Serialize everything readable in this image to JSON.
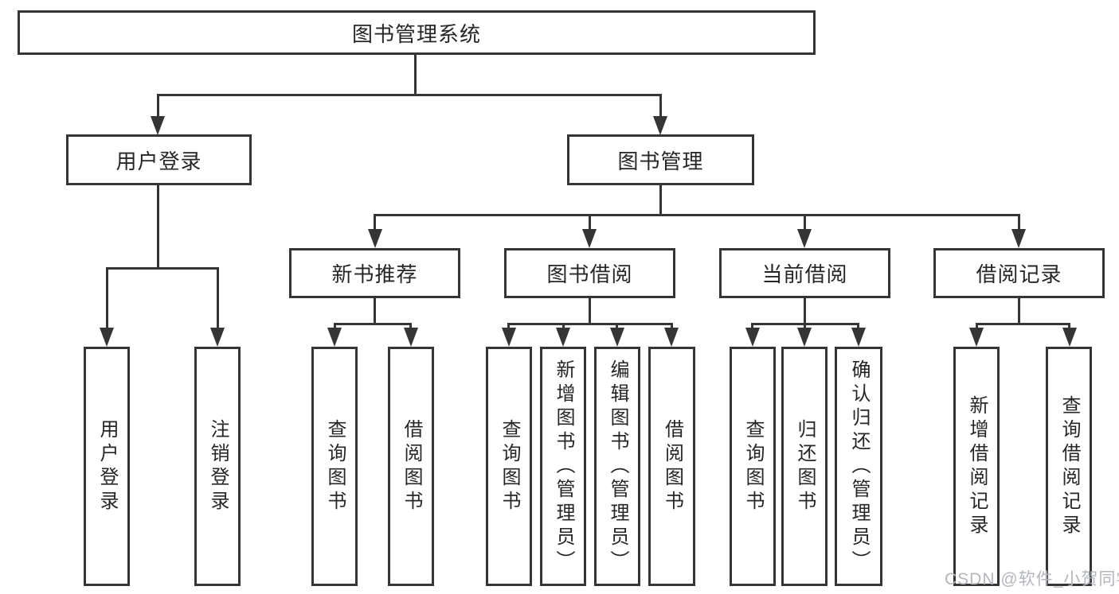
{
  "tree": {
    "root": {
      "label": "图书管理系统"
    },
    "user_login": {
      "label": "用户登录",
      "children": [
        {
          "label": "用户登录"
        },
        {
          "label": "注销登录"
        }
      ]
    },
    "book_management": {
      "label": "图书管理",
      "sections": [
        {
          "label": "新书推荐",
          "children": [
            {
              "label": "查询图书"
            },
            {
              "label": "借阅图书"
            }
          ]
        },
        {
          "label": "图书借阅",
          "children": [
            {
              "label": "查询图书"
            },
            {
              "label": "新增图书（管理员）"
            },
            {
              "label": "编辑图书（管理员）"
            },
            {
              "label": "借阅图书"
            }
          ]
        },
        {
          "label": "当前借阅",
          "children": [
            {
              "label": "查询图书"
            },
            {
              "label": "归还图书"
            },
            {
              "label": "确认归还（管理员）"
            }
          ]
        },
        {
          "label": "借阅记录",
          "children": [
            {
              "label": "新增借阅记录"
            },
            {
              "label": "查询借阅记录"
            }
          ]
        }
      ]
    }
  },
  "watermark": {
    "text": "CSDN @软件_小贺同学"
  },
  "colors": {
    "line": "#353535",
    "text": "#262626",
    "background": "#ffffff",
    "watermark": "#b3b7bc"
  }
}
